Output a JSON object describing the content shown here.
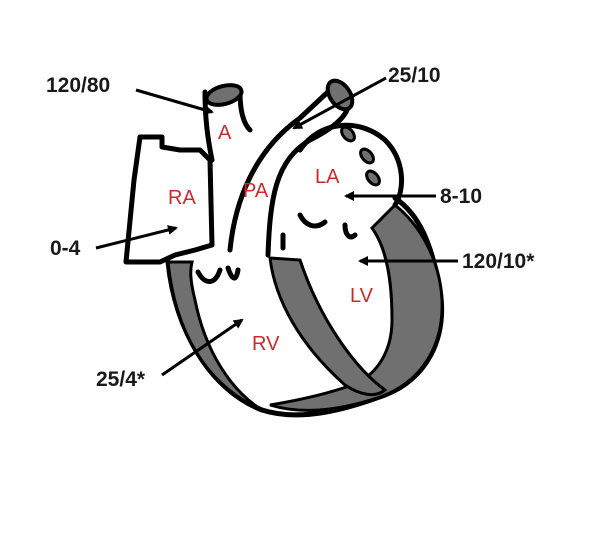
{
  "diagram": {
    "chambers": {
      "aorta": "A",
      "right_atrium": "RA",
      "pulmonary_artery": "PA",
      "left_atrium": "LA",
      "left_ventricle": "LV",
      "right_ventricle": "RV"
    },
    "pressures": {
      "aorta": "120/80",
      "pulmonary_artery": "25/10",
      "left_atrium": "8-10",
      "right_atrium": "0-4",
      "left_ventricle": "120/10*",
      "right_ventricle": "25/4*"
    },
    "colors": {
      "chamber_label": "#cc2a2a",
      "myocardium": "#707070",
      "outline": "#000000"
    }
  }
}
